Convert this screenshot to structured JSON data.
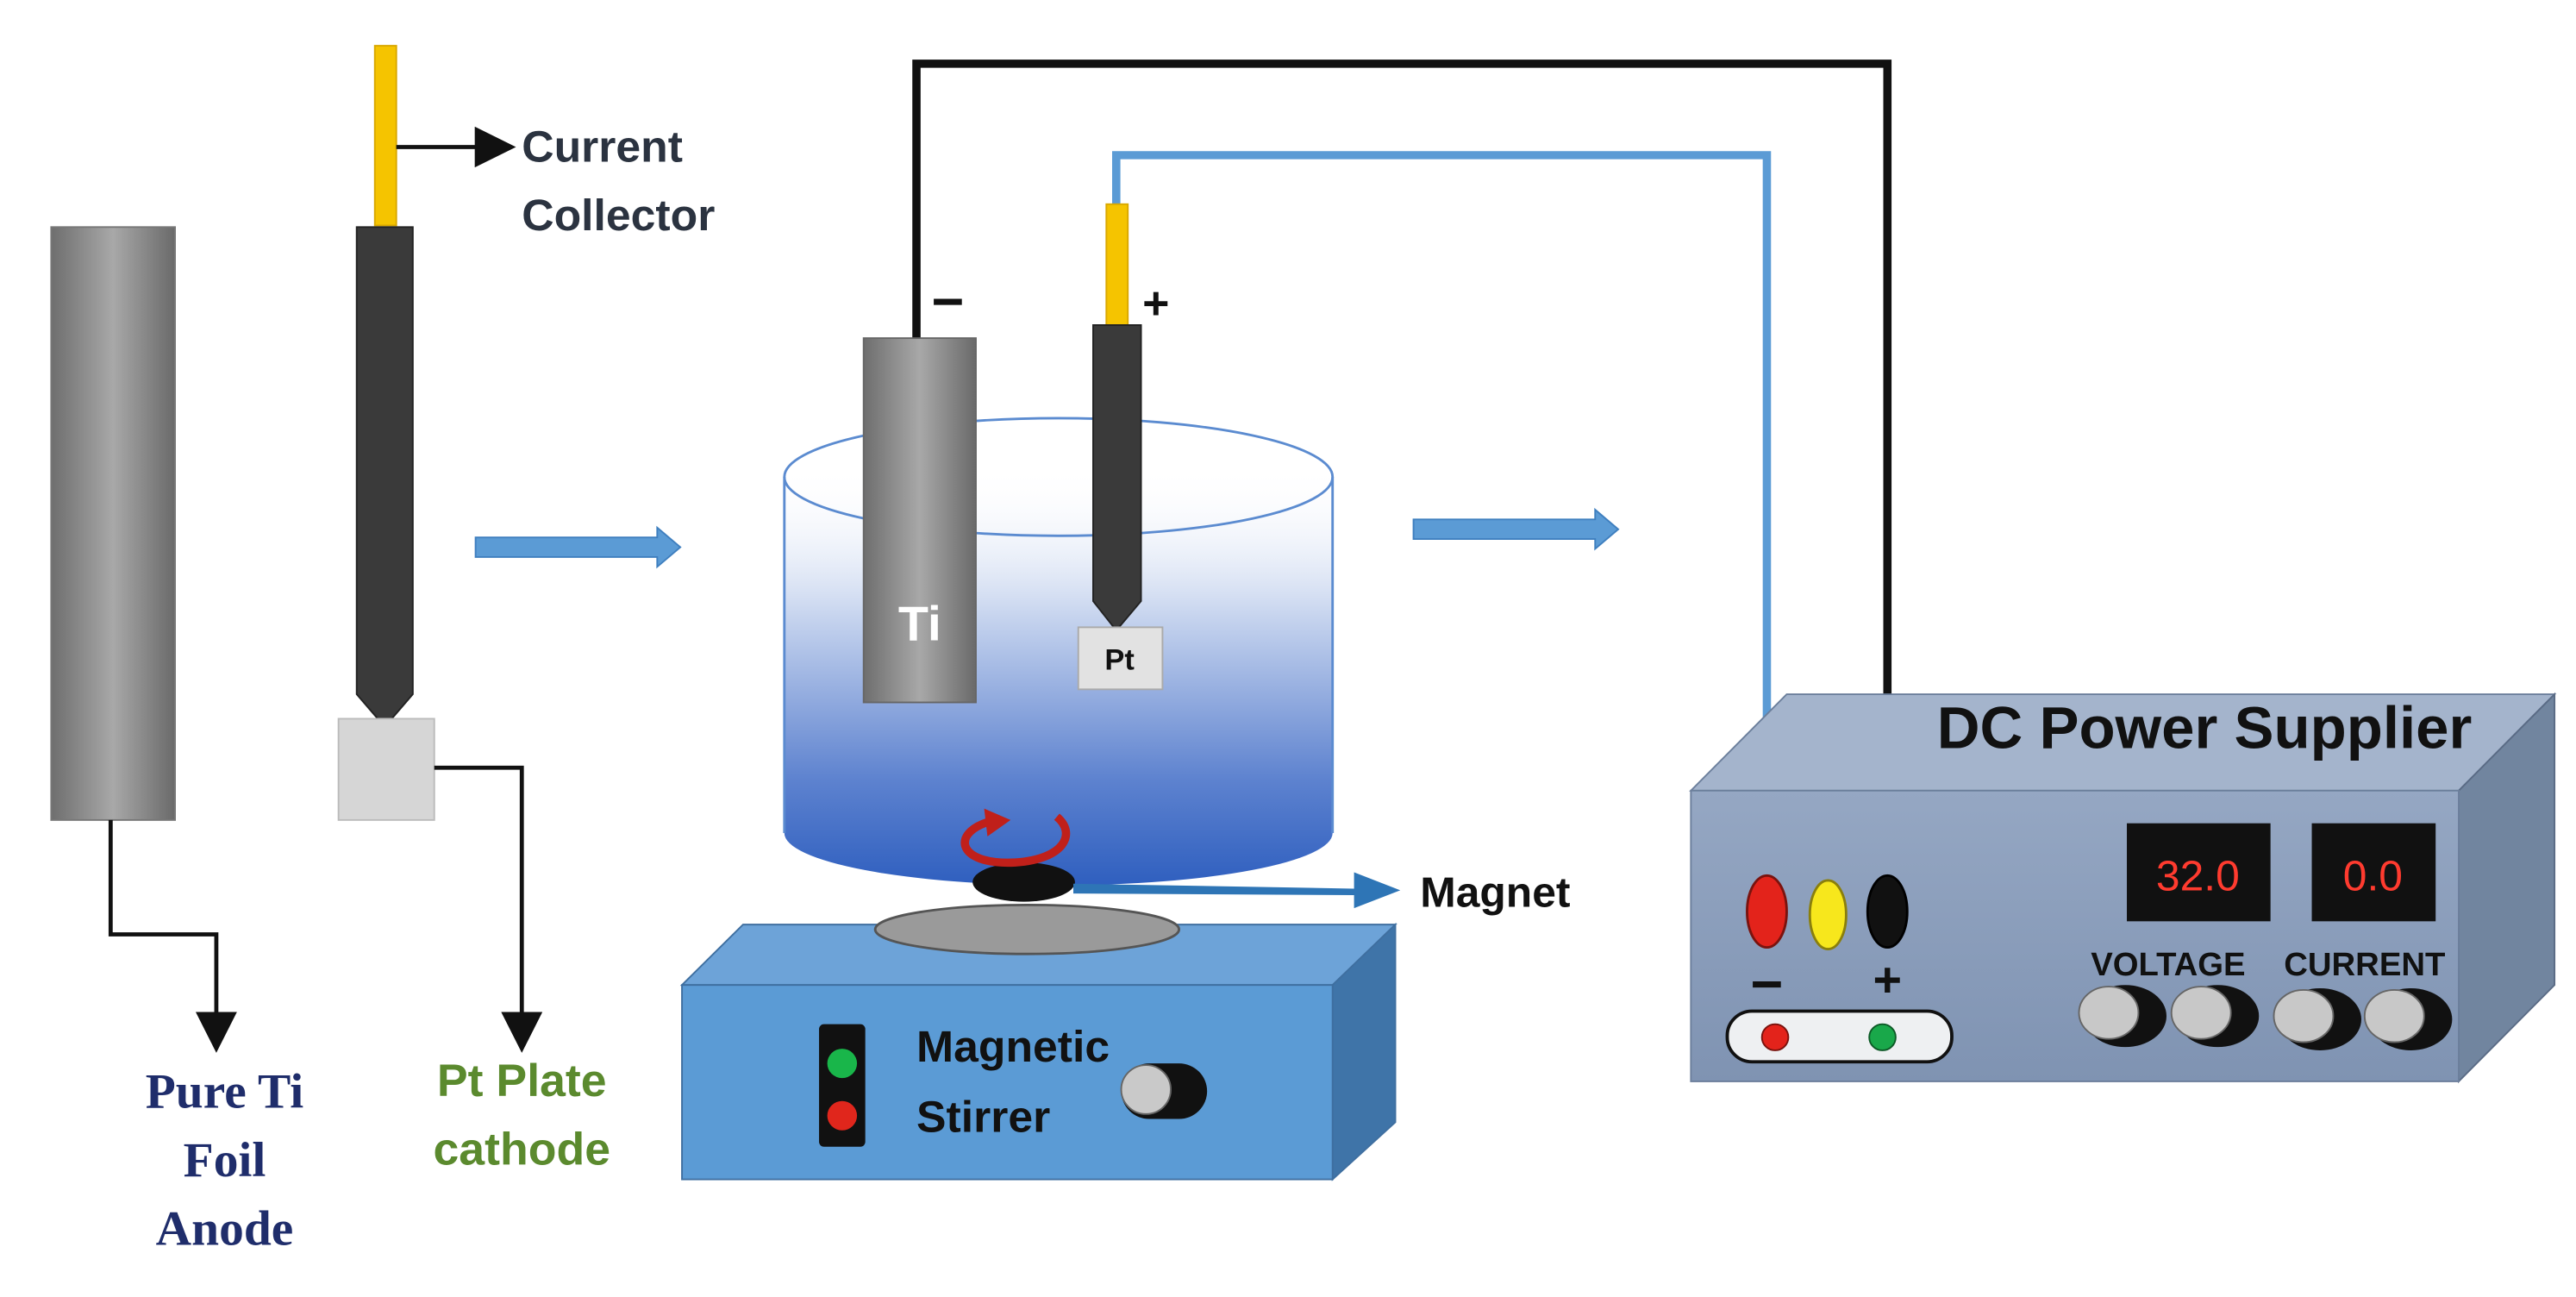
{
  "labels": {
    "current_collector_line1": "Current",
    "current_collector_line2": "Collector",
    "anode_line1": "Pure Ti",
    "anode_line2": "Foil",
    "anode_line3": "Anode",
    "cathode_line1": "Pt Plate",
    "cathode_line2": "cathode",
    "ti_electrode": "Ti",
    "pt_electrode": "Pt",
    "minus_terminal": "−",
    "plus_terminal": "+",
    "magnet": "Magnet",
    "stirrer_line1": "Magnetic",
    "stirrer_line2": "Stirrer",
    "power_supply_title": "DC Power Supplier",
    "voltage_display": "32.0",
    "current_display": "0.0",
    "voltage_label": "VOLTAGE",
    "current_label": "CURRENT",
    "psu_minus": "−",
    "psu_plus": "+"
  },
  "colors": {
    "navy_text": "#1f2d6b",
    "green_text": "#5b8a2e",
    "dark_text": "#2b3340",
    "arrow_blue": "#5b9bd5",
    "wire_blue": "#5b9bd5",
    "wire_black": "#111111",
    "collector_yellow": "#f5c400",
    "stirrer_blue": "#5b9bd5",
    "psu_gray": "#8da1bd",
    "display_red": "#ff3b2f"
  }
}
